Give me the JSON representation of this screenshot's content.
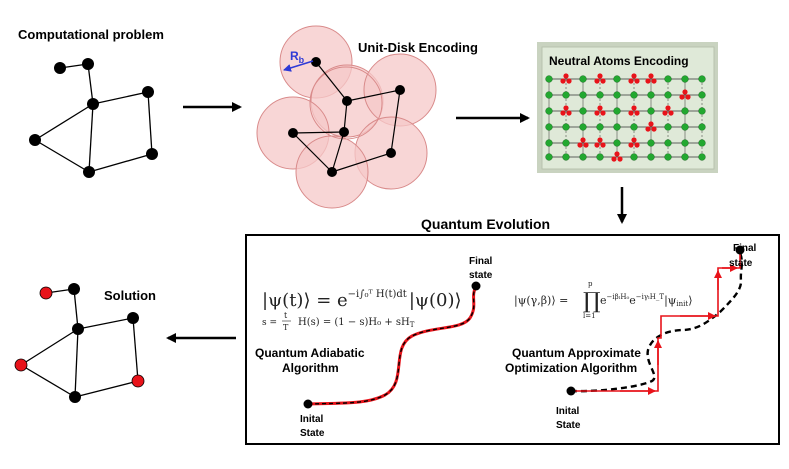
{
  "labels": {
    "computational_problem": "Computational problem",
    "unit_disk_encoding": "Unit-Disk Encoding",
    "rb_main": "R",
    "rb_sub": "b",
    "neutral_atoms_encoding": "Neutral Atoms Encoding",
    "quantum_evolution": "Quantum Evolution",
    "solution": "Solution"
  },
  "adiabatic": {
    "equation_main": "|ψ(t)⟩ = e^{−i∫₀ᵀ H(t)dt} |ψ(0)⟩",
    "equation_lhs": "|ψ(t)⟩ = e",
    "equation_exp": "−i∫₀ᵀ H(t)dt",
    "equation_rhs": "|ψ(0)⟩",
    "schedule": "s = t/T   H(s) = (1 − s)H₀ + sH_T",
    "schedule_s": "s =",
    "schedule_t": "t",
    "schedule_T": "T",
    "schedule_h": "H(s) = (1 − s)H₀ + sH",
    "schedule_hsub": "T",
    "name_line1": "Quantum Adiabatic",
    "name_line2": "Algorithm",
    "start_line1": "Inital",
    "start_line2": "State",
    "final_line1": "Final",
    "final_line2": "state"
  },
  "qaoa": {
    "equation_lhs": "|ψ(γ,β)⟩ =",
    "equation_prod": "∏",
    "equation_top": "p",
    "equation_bottom": "l=1",
    "equation_rhs": "e",
    "equation_exp1": "−iβₗH₀",
    "equation_e2": "e",
    "equation_exp2": "−iγₗH_T",
    "equation_ket": "|ψ",
    "equation_ket_sub": "init",
    "equation_ket_end": "⟩",
    "name_line1": "Quantum Approximate",
    "name_line2": "Optimization Algorithm",
    "start_line1": "Inital",
    "start_line2": "State",
    "final_line1": "Final",
    "final_line2": "state"
  },
  "colors": {
    "node": "#000000",
    "solution_node": "#e8131a",
    "disk_fill": "#f6c8c8",
    "disk_stroke": "#d98b8b",
    "atoms_panel_bg": "#dfe9d8",
    "atom_green": "#22a830",
    "atom_red": "#e8131a",
    "path_red": "#e8131a",
    "rb_arrow": "#2e3ad6"
  }
}
